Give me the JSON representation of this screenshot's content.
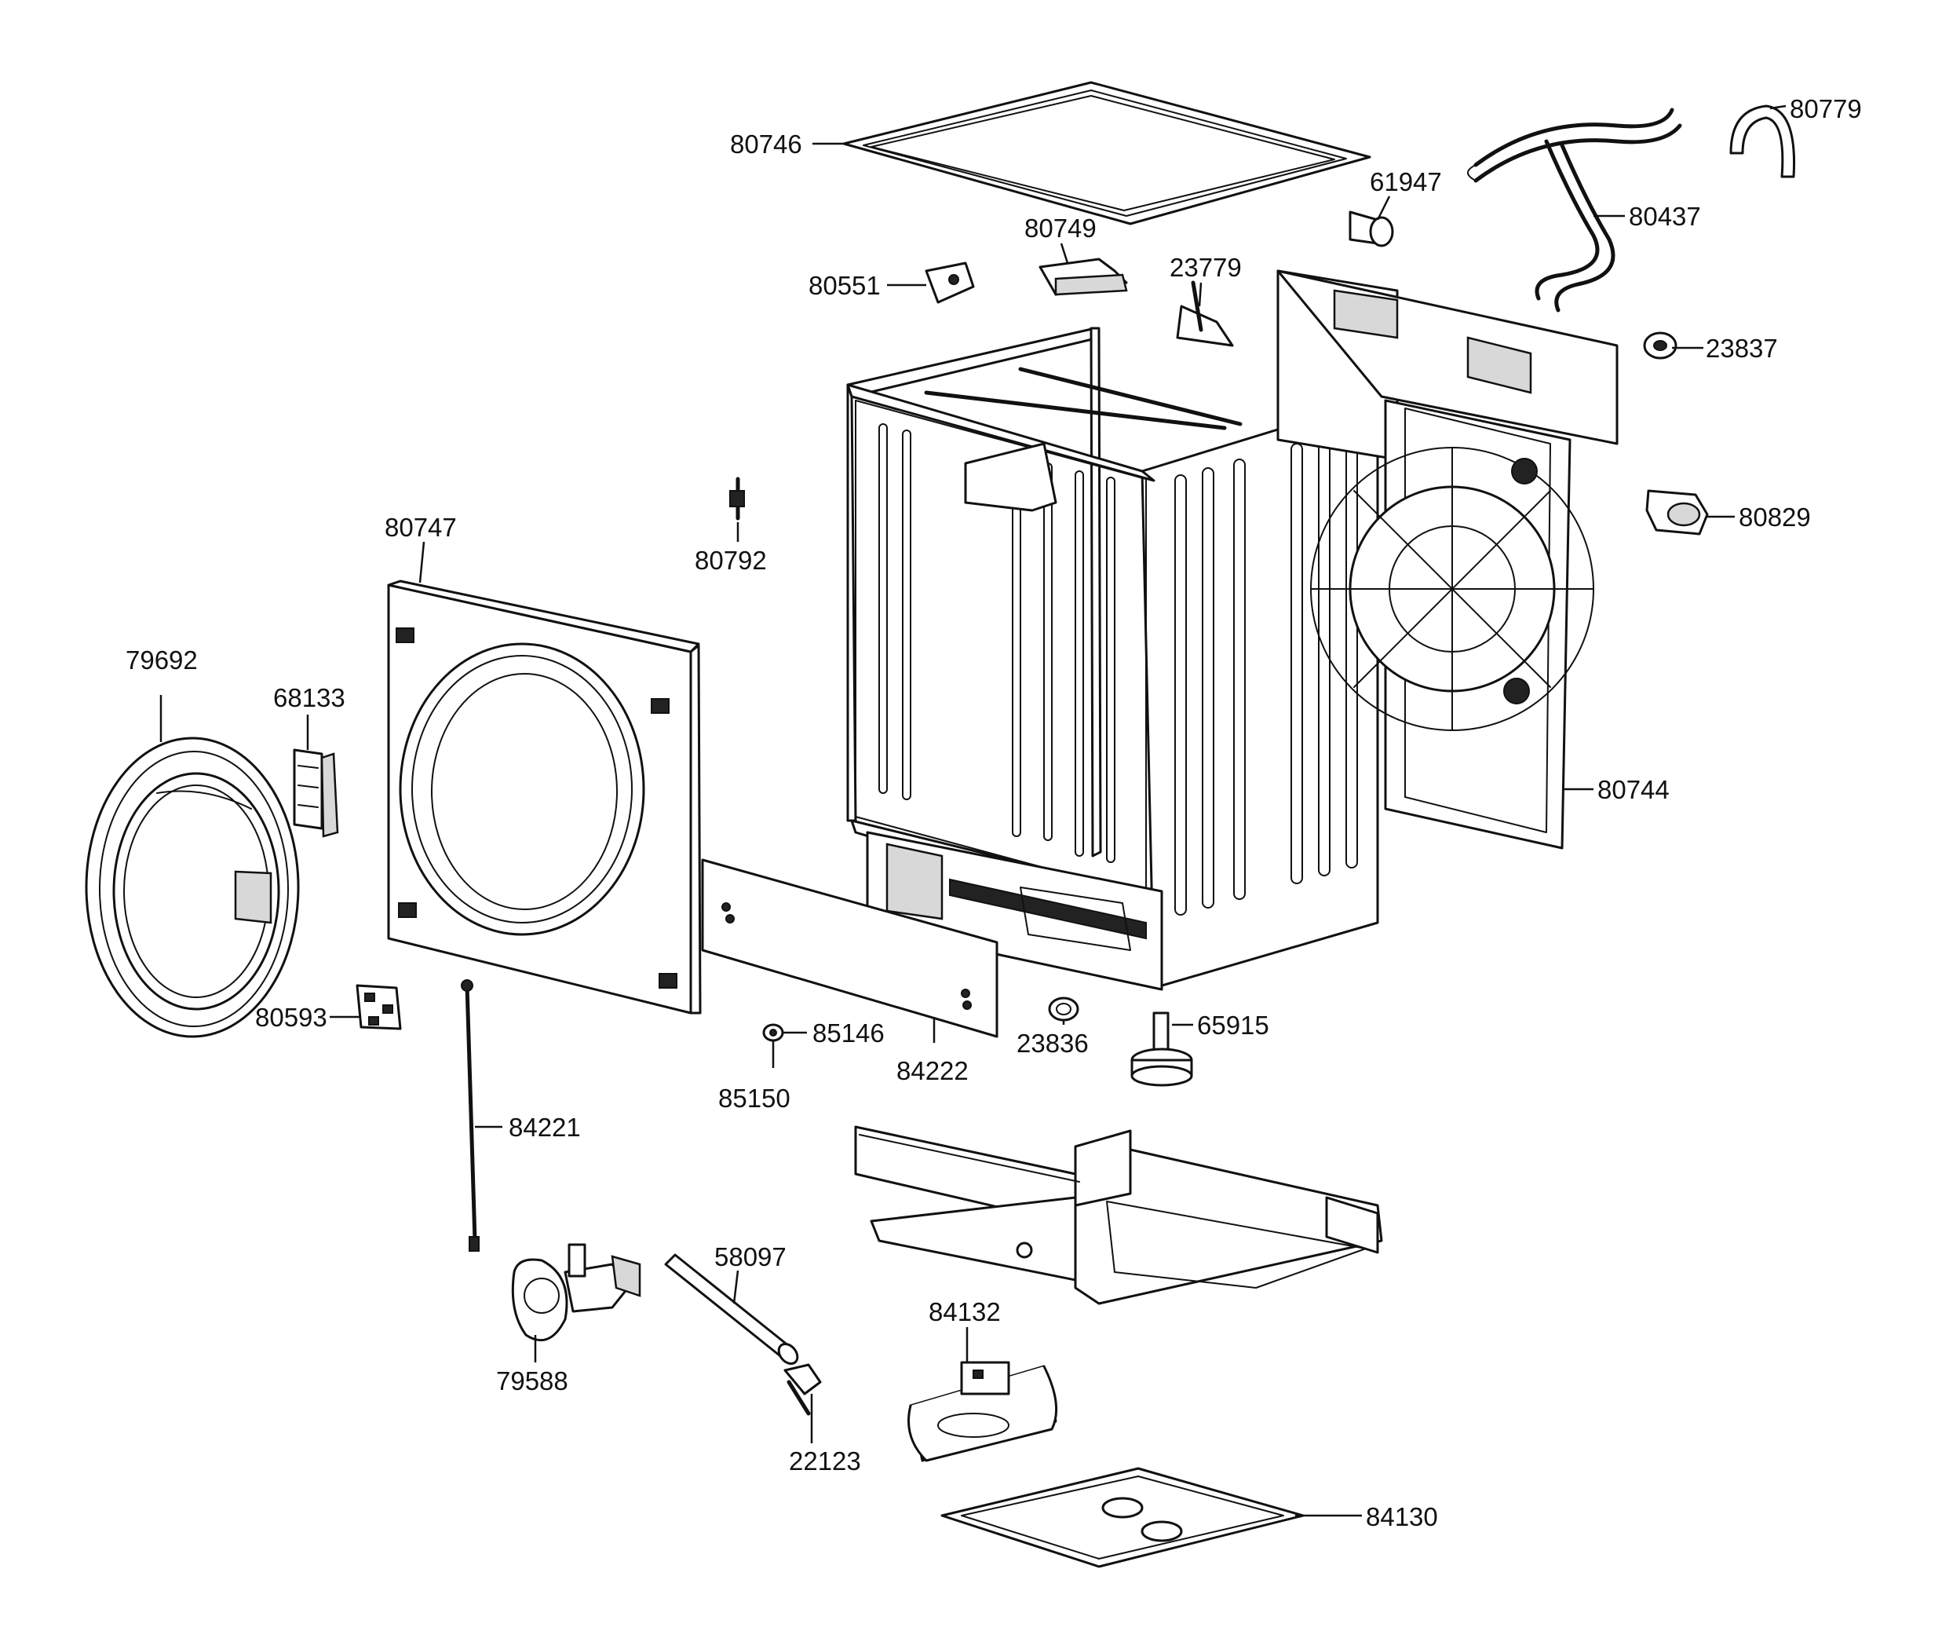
{
  "diagram": {
    "line_color": "#111111",
    "background": "#ffffff",
    "callouts": [
      {
        "id": "80746",
        "text": "80746"
      },
      {
        "id": "80779",
        "text": "80779"
      },
      {
        "id": "61947",
        "text": "61947"
      },
      {
        "id": "80437",
        "text": "80437"
      },
      {
        "id": "80749",
        "text": "80749"
      },
      {
        "id": "80551",
        "text": "80551"
      },
      {
        "id": "23779",
        "text": "23779"
      },
      {
        "id": "23837",
        "text": "23837"
      },
      {
        "id": "80829",
        "text": "80829"
      },
      {
        "id": "80792",
        "text": "80792"
      },
      {
        "id": "80747",
        "text": "80747"
      },
      {
        "id": "79692",
        "text": "79692"
      },
      {
        "id": "68133",
        "text": "68133"
      },
      {
        "id": "80744",
        "text": "80744"
      },
      {
        "id": "80593",
        "text": "80593"
      },
      {
        "id": "85146",
        "text": "85146"
      },
      {
        "id": "84222",
        "text": "84222"
      },
      {
        "id": "23836",
        "text": "23836"
      },
      {
        "id": "65915",
        "text": "65915"
      },
      {
        "id": "85150",
        "text": "85150"
      },
      {
        "id": "84221",
        "text": "84221"
      },
      {
        "id": "58097",
        "text": "58097"
      },
      {
        "id": "84132",
        "text": "84132"
      },
      {
        "id": "79588",
        "text": "79588"
      },
      {
        "id": "22123",
        "text": "22123"
      },
      {
        "id": "84130",
        "text": "84130"
      }
    ]
  }
}
